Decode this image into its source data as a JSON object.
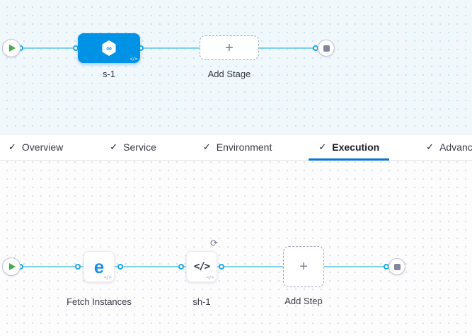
{
  "colors": {
    "node_blue": "#0092e4",
    "connector_blue": "#7fd0ee",
    "tab_underline_blue": "#0278d5",
    "play_green": "#42ab45",
    "stop_gray": "#84869e",
    "canvas_top_bg": "#f0f8fc",
    "canvas_bottom_bg": "#fcfcfd"
  },
  "glyphs": {
    "check": "✓",
    "plus": "+",
    "code_badge": "</>",
    "code_icon": "</>",
    "loop": "⟳",
    "infinity": "∞",
    "e_letter": "e"
  },
  "stage_canvas": {
    "stage": {
      "label": "s-1"
    },
    "add_stage": {
      "label": "Add Stage"
    }
  },
  "tabs": {
    "items": [
      {
        "label": "Overview",
        "check": "✓",
        "active": false
      },
      {
        "label": "Service",
        "check": "✓",
        "active": false
      },
      {
        "label": "Environment",
        "check": "✓",
        "active": false
      },
      {
        "label": "Execution",
        "check": "✓",
        "active": true
      },
      {
        "label": "Advanced",
        "check": "✓",
        "active": false
      }
    ]
  },
  "execution_canvas": {
    "steps": {
      "fetch": {
        "label": "Fetch Instances"
      },
      "shell": {
        "label": "sh-1"
      },
      "add_step": {
        "label": "Add Step"
      }
    }
  }
}
